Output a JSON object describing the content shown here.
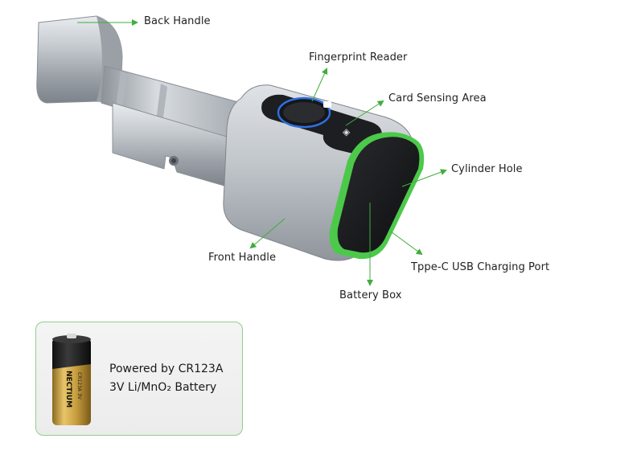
{
  "labels": {
    "back_handle": "Back Handle",
    "fingerprint_reader": "Fingerprint Reader",
    "card_sensing_area": "Card Sensing Area",
    "cylinder_hole": "Cylinder Hole",
    "front_handle": "Front Handle",
    "usb_port": "Tppe-C USB Charging Port",
    "battery_box": "Battery Box"
  },
  "battery_card": {
    "line1": "Powered by CR123A",
    "line2": "3V Li/MnO₂ Battery",
    "battery_brand": "NECTIUM",
    "battery_model": "CR123A 3V"
  },
  "colors": {
    "accent_green": "#4cc94a",
    "arrow_green": "#3fae3c",
    "card_border": "#8ed08a",
    "lock_body": "#b9bec4"
  }
}
